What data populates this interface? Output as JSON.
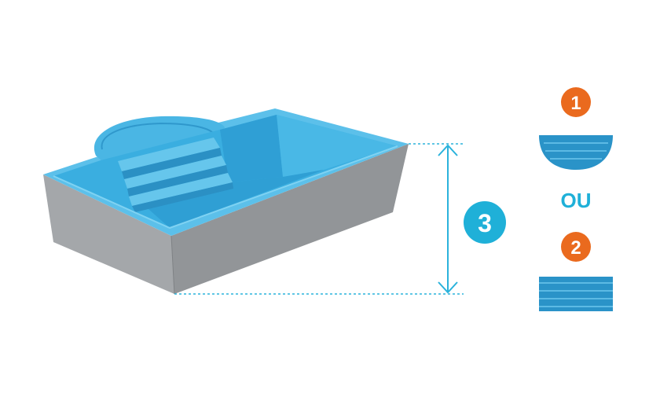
{
  "badges": {
    "one": {
      "label": "1",
      "color": "#ea6a1e"
    },
    "two": {
      "label": "2",
      "color": "#ea6a1e"
    },
    "three": {
      "label": "3",
      "color": "#1fb0d8"
    }
  },
  "separator": {
    "label": "OU",
    "color": "#1fb0d8"
  },
  "colors": {
    "pool_blue": "#3aaee0",
    "pool_blue_dark": "#2a93c8",
    "pool_blue_light": "#63c3ea",
    "wall_gray": "#9c9fa2",
    "wall_gray_dark": "#8a8d90",
    "dimension_line": "#2bb3dc"
  },
  "icons": {
    "pool": "pool-illustration-icon",
    "rounded_step": "rounded-step-icon",
    "square_step": "square-step-icon",
    "dimension": "height-arrow-icon"
  }
}
